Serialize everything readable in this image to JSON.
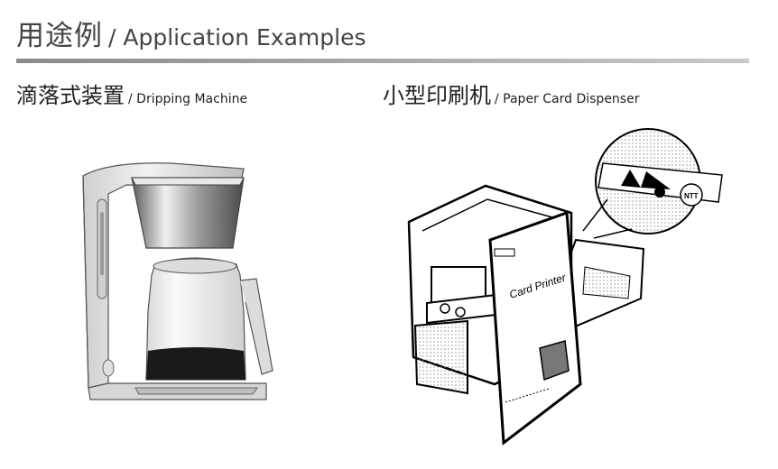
{
  "header": {
    "title_zh": "用途例",
    "title_en": "/ Application Examples"
  },
  "examples": [
    {
      "name_zh": "滴落式装置",
      "name_en": "/ Dripping Machine",
      "icon": "coffee-maker-illustration"
    },
    {
      "name_zh": "小型印刷机",
      "name_en": "/ Paper Card Dispenser",
      "icon": "card-printer-illustration",
      "device_label": "Card Printer",
      "card_label": "NTT"
    }
  ],
  "colors": {
    "rule_dark": "#8a8a8a",
    "rule_light": "#c9c9c9",
    "coffee": "#1a1a1a"
  }
}
